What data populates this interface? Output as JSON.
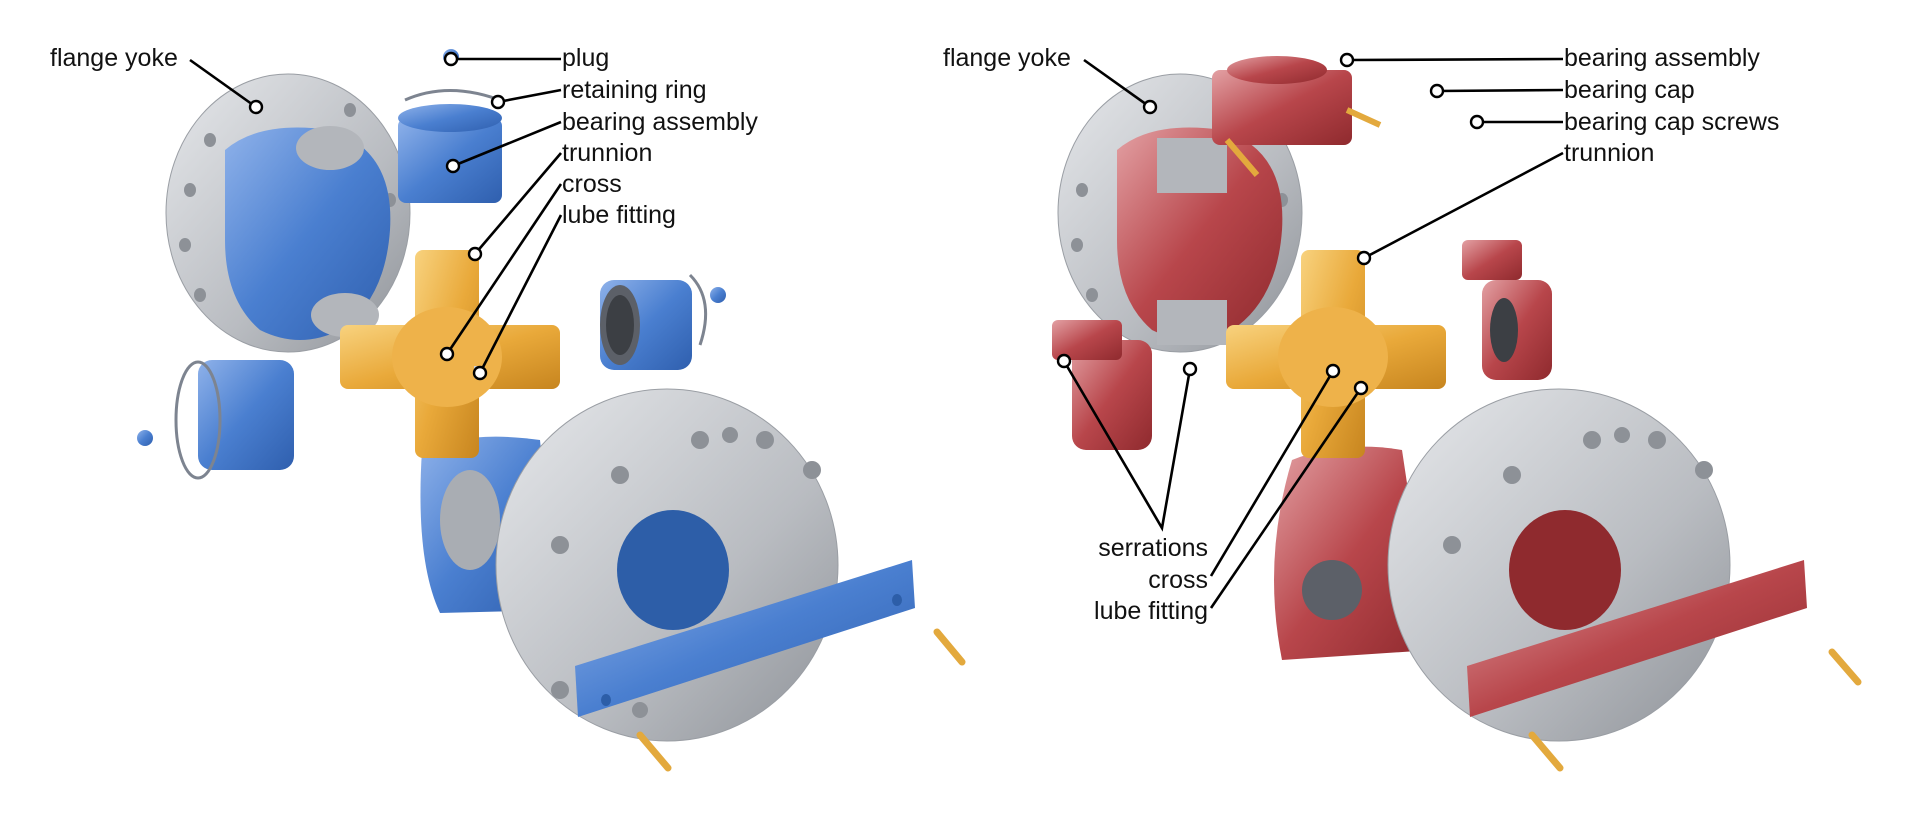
{
  "left_panel": {
    "variant": "blue",
    "labels": {
      "flange_yoke": "flange yoke",
      "plug": "plug",
      "retaining_ring": "retaining ring",
      "bearing_assembly": "bearing assembly",
      "trunnion": "trunnion",
      "cross": "cross",
      "lube_fitting": "lube fitting"
    }
  },
  "right_panel": {
    "variant": "red",
    "labels": {
      "flange_yoke": "flange yoke",
      "bearing_assembly": "bearing assembly",
      "bearing_cap": "bearing cap",
      "bearing_cap_screws": "bearing cap screws",
      "trunnion": "trunnion",
      "serrations": "serrations",
      "cross": "cross",
      "lube_fitting": "lube fitting"
    }
  },
  "colors": {
    "blue_parts": "#4a7fd0",
    "red_parts": "#b8464b",
    "cross": "#e9a93a",
    "steel": "#c4c7cc"
  }
}
